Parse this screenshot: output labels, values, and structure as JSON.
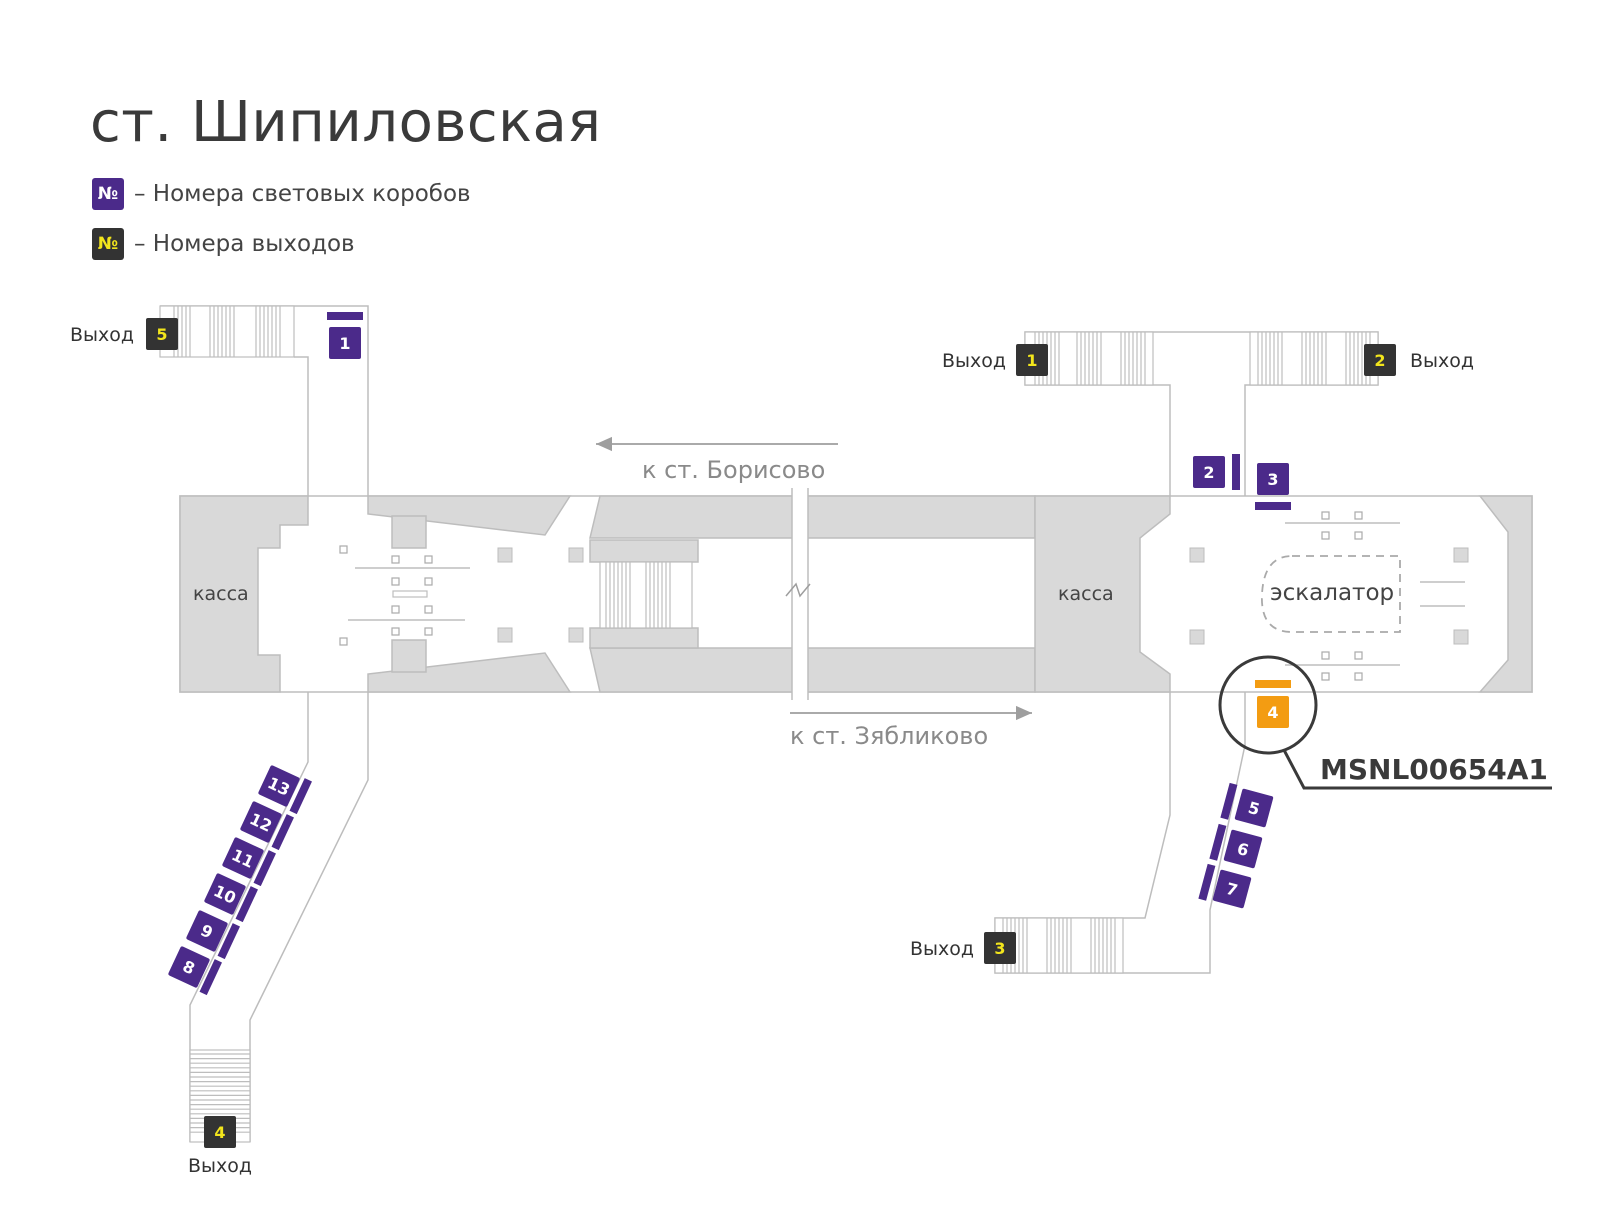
{
  "title": "ст. Шипиловская",
  "legend": {
    "box_symbol": "№",
    "box_text": "– Номера световых коробов",
    "exit_symbol": "№",
    "exit_text": "– Номера выходов"
  },
  "colors": {
    "box": "#4b2a8a",
    "exit_bg": "#333333",
    "exit_num": "#f2e51c",
    "highlight": "#f39c12",
    "structure": "#d9d9d9",
    "wall": "#bdbdbd"
  },
  "labels": {
    "kassa_left": "касса",
    "kassa_right": "касса",
    "escalator": "эскалатор",
    "to_borisovo": "к ст. Борисово",
    "to_zyablikovo": "к ст. Зябликово",
    "highlight_code": "MSNL00654A1"
  },
  "exit_word": "Выход",
  "exits": [
    "1",
    "2",
    "3",
    "4",
    "5"
  ],
  "boxes": [
    "1",
    "2",
    "3",
    "5",
    "6",
    "7",
    "8",
    "9",
    "10",
    "11",
    "12",
    "13"
  ],
  "highlight_box": "4"
}
